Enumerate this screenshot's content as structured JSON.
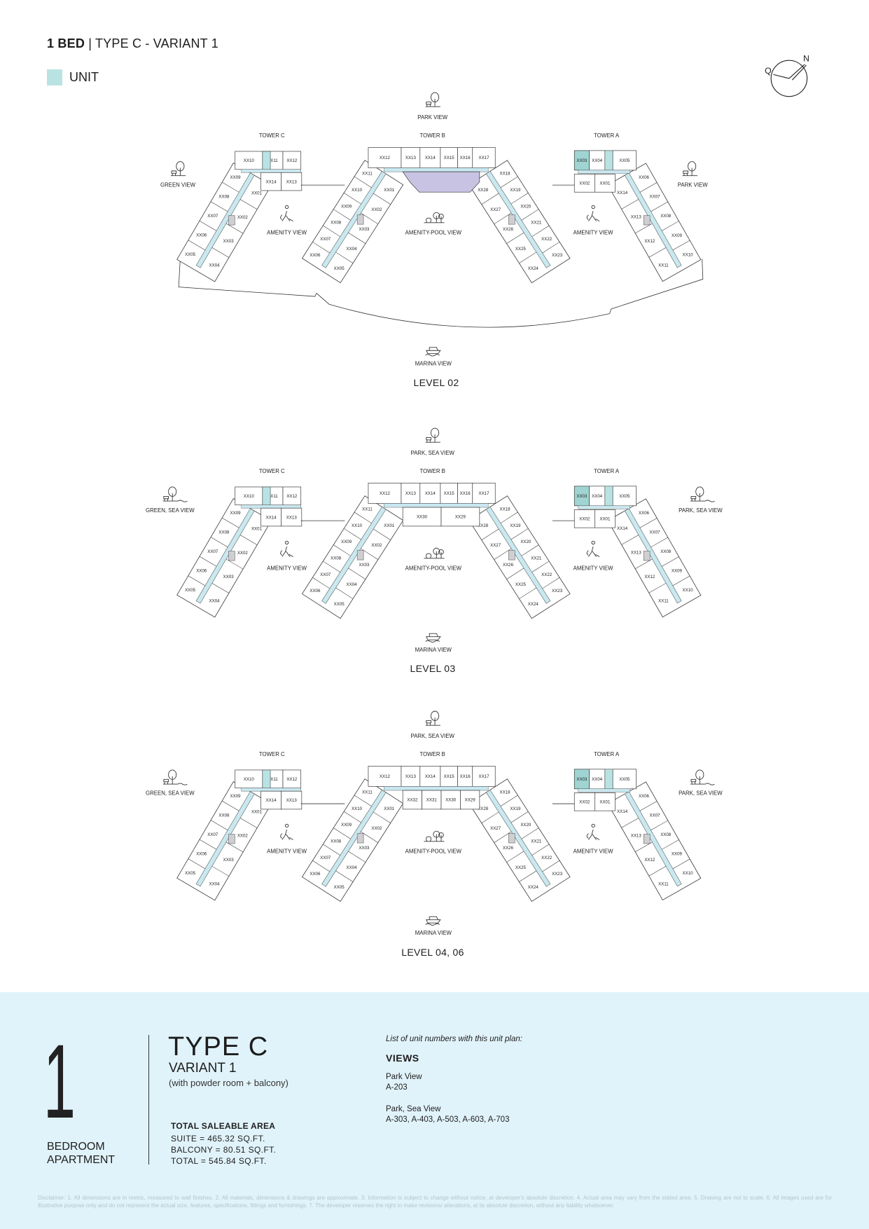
{
  "header": {
    "title_bold": "1 BED",
    "title_sep": " | ",
    "title_rest": "TYPE C - VARIANT 1",
    "legend_label": "UNIT"
  },
  "compass": {
    "q": "Q",
    "n": "N"
  },
  "colors": {
    "unit": "#b9e3e3",
    "highlight": "#9fd4d2",
    "corridor": "#c9e8f0",
    "amenity": "#c9c3e3",
    "core": "#cfcfd3",
    "panel": "#e1f3fa"
  },
  "highlighted_unit": "XX03",
  "levels": [
    {
      "label": "LEVEL 02",
      "top_view": "PARK VIEW",
      "left_view": "GREEN VIEW",
      "right_view": "PARK VIEW",
      "amenity_left": "AMENITY VIEW",
      "amenity_center": "AMENITY-POOL VIEW",
      "amenity_right": "AMENITY VIEW",
      "bottom_view": "MARINA VIEW",
      "towers": {
        "c": {
          "label": "TOWER C",
          "top": [
            "XX10",
            "XX11",
            "XX12"
          ],
          "lower": [
            "XX14",
            "XX13"
          ],
          "outer": [
            "XX09",
            "XX08",
            "XX07",
            "XX06",
            "XX05"
          ],
          "inner": [
            "XX01",
            "XX02",
            "XX03",
            "XX04"
          ]
        },
        "b": {
          "label": "TOWER B",
          "top": [
            "XX12",
            "XX13",
            "XX14",
            "XX15",
            "XX16",
            "XX17"
          ],
          "center": [],
          "left_outer": [
            "XX11",
            "XX10",
            "XX09",
            "XX08",
            "XX07",
            "XX06"
          ],
          "left_inner": [
            "XX01",
            "XX02",
            "XX03",
            "XX04",
            "XX05"
          ],
          "right_outer": [
            "XX18",
            "XX19",
            "XX20",
            "XX21",
            "XX22",
            "XX23"
          ],
          "right_inner": [
            "XX28",
            "XX27",
            "XX26",
            "XX25",
            "XX24"
          ]
        },
        "a": {
          "label": "TOWER A",
          "top": [
            "XX03",
            "XX04",
            "XX05"
          ],
          "lower": [
            "XX02",
            "XX01"
          ],
          "outer": [
            "XX06",
            "XX07",
            "XX08",
            "XX09",
            "XX10"
          ],
          "inner": [
            "XX14",
            "XX13",
            "XX12",
            "XX11"
          ]
        }
      }
    },
    {
      "label": "LEVEL 03",
      "top_view": "PARK, SEA VIEW",
      "left_view": "GREEN, SEA VIEW",
      "right_view": "PARK, SEA VIEW",
      "amenity_left": "AMENITY VIEW",
      "amenity_center": "AMENITY-POOL VIEW",
      "amenity_right": "AMENITY VIEW",
      "bottom_view": "MARINA VIEW",
      "towers": {
        "c": {
          "label": "TOWER C",
          "top": [
            "XX10",
            "XX11",
            "XX12"
          ],
          "lower": [
            "XX14",
            "XX13"
          ],
          "outer": [
            "XX09",
            "XX08",
            "XX07",
            "XX06",
            "XX05"
          ],
          "inner": [
            "XX01",
            "XX02",
            "XX03",
            "XX04"
          ]
        },
        "b": {
          "label": "TOWER B",
          "top": [
            "XX12",
            "XX13",
            "XX14",
            "XX15",
            "XX16",
            "XX17"
          ],
          "center": [
            "XX30",
            "XX29"
          ],
          "left_outer": [
            "XX11",
            "XX10",
            "XX09",
            "XX08",
            "XX07",
            "XX06"
          ],
          "left_inner": [
            "XX01",
            "XX02",
            "XX03",
            "XX04",
            "XX05"
          ],
          "right_outer": [
            "XX18",
            "XX19",
            "XX20",
            "XX21",
            "XX22",
            "XX23"
          ],
          "right_inner": [
            "XX28",
            "XX27",
            "XX26",
            "XX25",
            "XX24"
          ]
        },
        "a": {
          "label": "TOWER A",
          "top": [
            "XX03",
            "XX04",
            "XX05"
          ],
          "lower": [
            "XX02",
            "XX01"
          ],
          "outer": [
            "XX06",
            "XX07",
            "XX08",
            "XX09",
            "XX10"
          ],
          "inner": [
            "XX14",
            "XX13",
            "XX12",
            "XX11"
          ]
        }
      }
    },
    {
      "label": "LEVEL 04, 06",
      "top_view": "PARK, SEA VIEW",
      "left_view": "GREEN, SEA VIEW",
      "right_view": "PARK, SEA VIEW",
      "amenity_left": "AMENITY VIEW",
      "amenity_center": "AMENITY-POOL VIEW",
      "amenity_right": "AMENITY VIEW",
      "bottom_view": "MARINA VIEW",
      "towers": {
        "c": {
          "label": "TOWER C",
          "top": [
            "XX10",
            "XX11",
            "XX12"
          ],
          "lower": [
            "XX14",
            "XX13"
          ],
          "outer": [
            "XX09",
            "XX08",
            "XX07",
            "XX06",
            "XX05"
          ],
          "inner": [
            "XX01",
            "XX02",
            "XX03",
            "XX04"
          ]
        },
        "b": {
          "label": "TOWER B",
          "top": [
            "XX12",
            "XX13",
            "XX14",
            "XX15",
            "XX16",
            "XX17"
          ],
          "center": [
            "XX32",
            "XX31",
            "XX30",
            "XX29"
          ],
          "left_outer": [
            "XX11",
            "XX10",
            "XX09",
            "XX08",
            "XX07",
            "XX06"
          ],
          "left_inner": [
            "XX01",
            "XX02",
            "XX03",
            "XX04",
            "XX05"
          ],
          "right_outer": [
            "XX18",
            "XX19",
            "XX20",
            "XX21",
            "XX22",
            "XX23"
          ],
          "right_inner": [
            "XX28",
            "XX27",
            "XX26",
            "XX25",
            "XX24"
          ]
        },
        "a": {
          "label": "TOWER A",
          "top": [
            "XX03",
            "XX04",
            "XX05"
          ],
          "lower": [
            "XX02",
            "XX01"
          ],
          "outer": [
            "XX06",
            "XX07",
            "XX08",
            "XX09",
            "XX10"
          ],
          "inner": [
            "XX14",
            "XX13",
            "XX12",
            "XX11"
          ]
        }
      }
    }
  ],
  "summary": {
    "bedrooms": "1",
    "bedroom_line1": "BEDROOM",
    "bedroom_line2": "APARTMENT",
    "type": "TYPE C",
    "variant": "VARIANT 1",
    "note": "(with powder room + balcony)",
    "area_heading": "TOTAL SALEABLE AREA",
    "suite": "SUITE = 465.32 SQ.FT.",
    "balcony": "BALCONY = 80.51 SQ.FT.",
    "total": "TOTAL = 545.84 SQ.FT.",
    "list_heading": "List of unit numbers with this unit plan:",
    "views_heading": "VIEWS",
    "views": [
      {
        "name": "Park View",
        "units": "A-203"
      },
      {
        "name": "Park, Sea View",
        "units": "A-303, A-403, A-503, A-603, A-703"
      }
    ]
  },
  "disclaimer": "Disclaimer: 1. All dimensions are in metric, measured to wall finishes. 2. All materials, dimensions & drawings are approximate. 3. Information is subject to change without notice, at developer's absolute discretion. 4. Actual area may vary from the stated area. 5. Drawing are not to scale. 6. All images used are for illustrative purpose only and do not represent the actual size, features, specifications, fittings and furnishings. 7. The developer reserves the right to make revisions/ alterations, at its absolute discretion, without any liability whatsoever."
}
